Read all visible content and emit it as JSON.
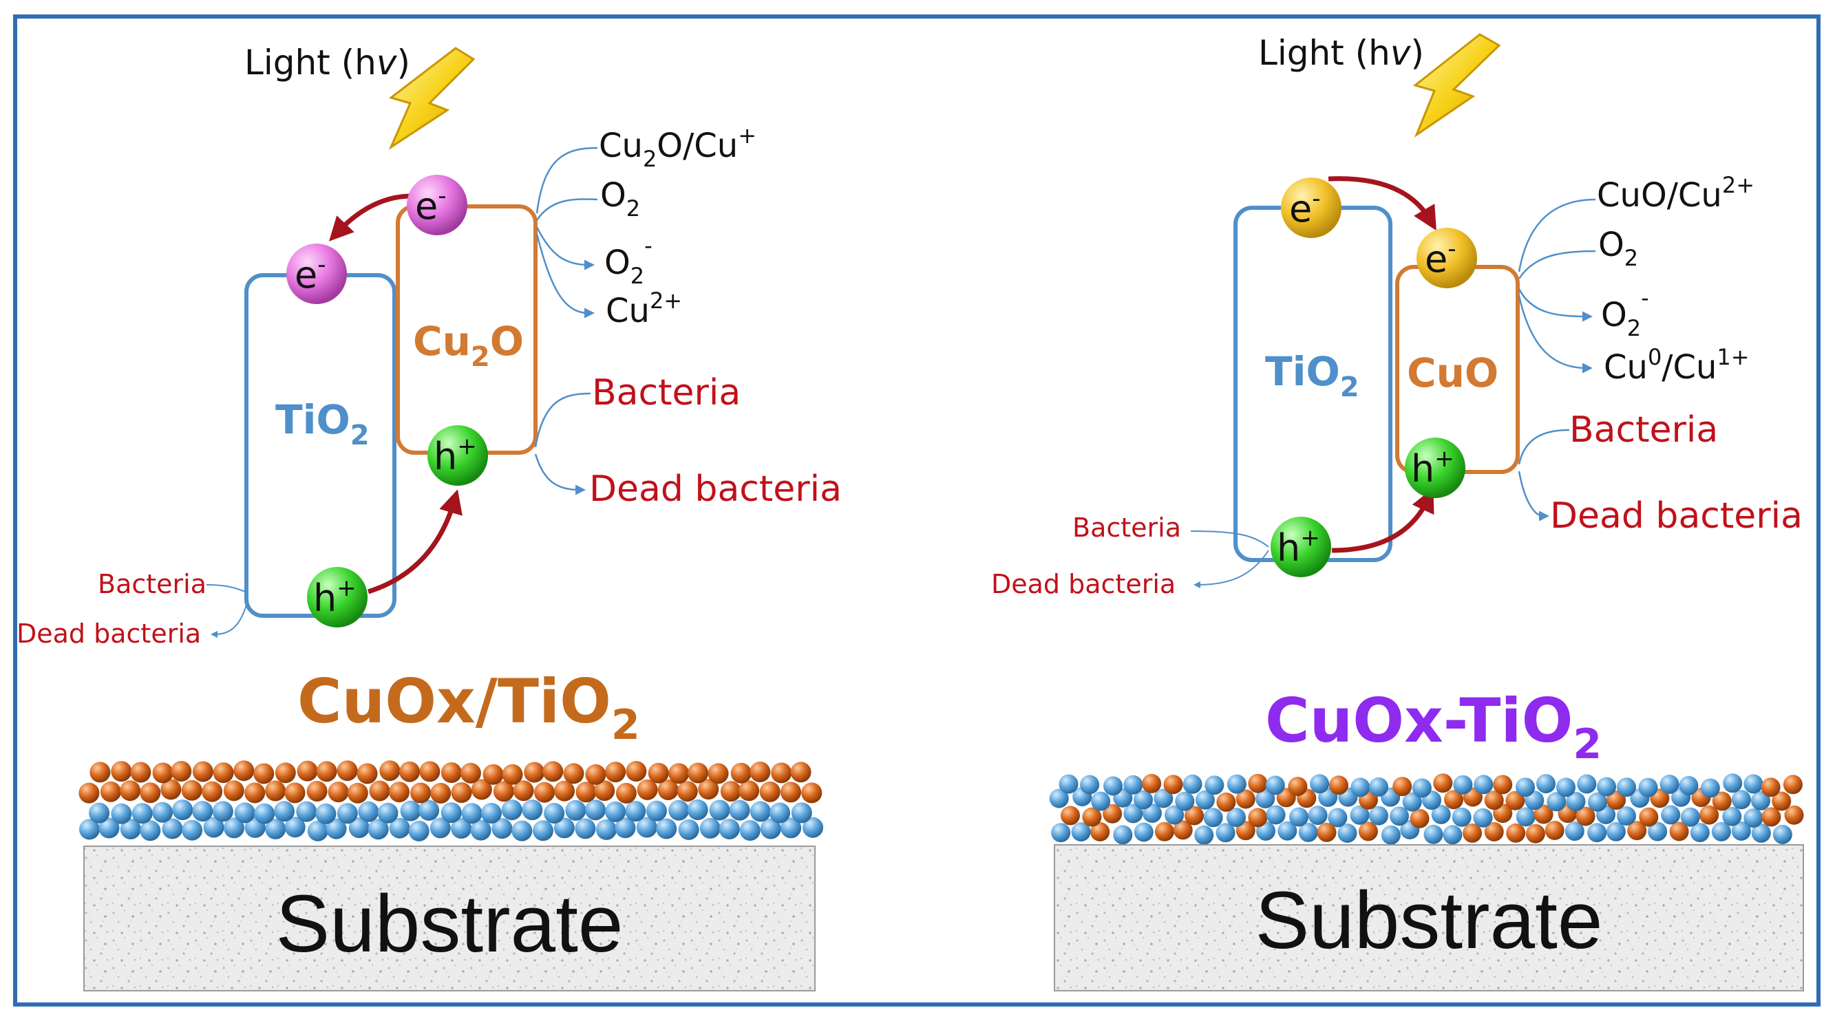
{
  "colors": {
    "frame": "#2f6db5",
    "tio2": "#4f8fca",
    "cuox_box": "#d27a32",
    "red_text": "#c0111a",
    "arrow_red": "#a5141c",
    "cuox_title_left": "#c46a1d",
    "cuox_title_right": "#8e2bef",
    "blue_particle": "#5aa4dc",
    "orange_particle": "#d8661c",
    "electron_pink": "#e576e0",
    "electron_yellow": "#f2c12a",
    "hole_green": "#3bd42d"
  },
  "left": {
    "light": {
      "text": "Light (h",
      "symbol": "v",
      "close": ")"
    },
    "semi_a": {
      "main": "TiO",
      "sub": "2"
    },
    "semi_b": {
      "main": "Cu",
      "sub": "2",
      "tail": "O"
    },
    "electron_label": "e",
    "electron_sup": "-",
    "hole_label": "h",
    "hole_sup": "+",
    "species": {
      "s1": {
        "a": "Cu",
        "sub": "2",
        "b": "O/Cu",
        "sup": "+"
      },
      "s2": {
        "a": "O",
        "sub": "2"
      },
      "s3": {
        "a": "O",
        "sub": "2",
        "sup": "-"
      },
      "s4": {
        "a": "Cu",
        "sup": "2+"
      }
    },
    "bacteria": "Bacteria",
    "dead_bacteria": "Dead bacteria",
    "title": {
      "main": "CuOx/TiO",
      "sub": "2"
    },
    "substrate": "Substrate"
  },
  "right": {
    "light": {
      "text": "Light (h",
      "symbol": "v",
      "close": ")"
    },
    "semi_a": {
      "main": "TiO",
      "sub": "2"
    },
    "semi_b": {
      "main": "CuO"
    },
    "electron_label": "e",
    "electron_sup": "-",
    "hole_label": "h",
    "hole_sup": "+",
    "species": {
      "s1": {
        "a": "CuO/Cu",
        "sup": "2+"
      },
      "s2": {
        "a": "O",
        "sub": "2"
      },
      "s3": {
        "a": "O",
        "sub": "2",
        "sup": "-"
      },
      "s4": {
        "a": "Cu",
        "sup": "0",
        "b": "/Cu",
        "sup2": "1+"
      }
    },
    "bacteria": "Bacteria",
    "dead_bacteria": "Dead bacteria",
    "title": {
      "main": "CuOx-TiO",
      "sub": "2"
    },
    "substrate": "Substrate"
  }
}
